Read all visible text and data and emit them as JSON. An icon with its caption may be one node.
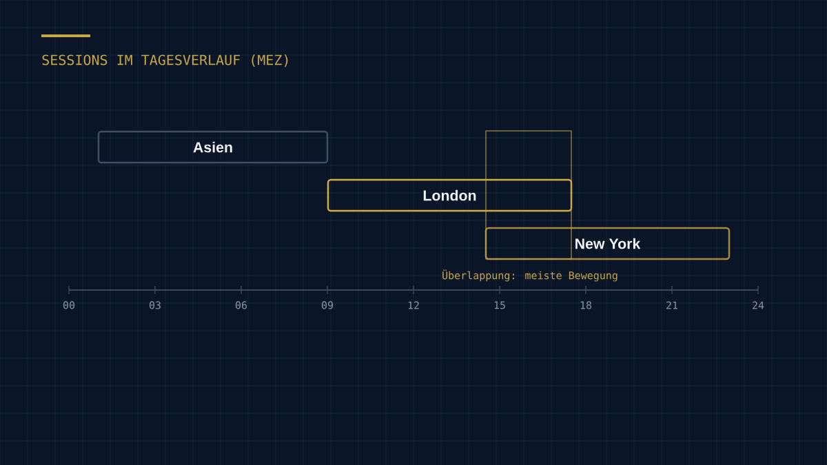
{
  "diagram": {
    "title": "SESSIONS IM TAGESVERLAUF (MEZ)",
    "nodes": [
      {
        "text": [
          "Asien"
        ]
      },
      {
        "text": [
          "London"
        ]
      },
      {
        "text": [
          "New York"
        ]
      },
      {
        "text": [],
        "shape": "box",
        "beside": [
          "Überlappung: meiste Bewegung"
        ]
      }
    ],
    "labels": [
      "00",
      "03",
      "06",
      "09",
      "12",
      "15",
      "18",
      "21",
      "24"
    ]
  }
}
